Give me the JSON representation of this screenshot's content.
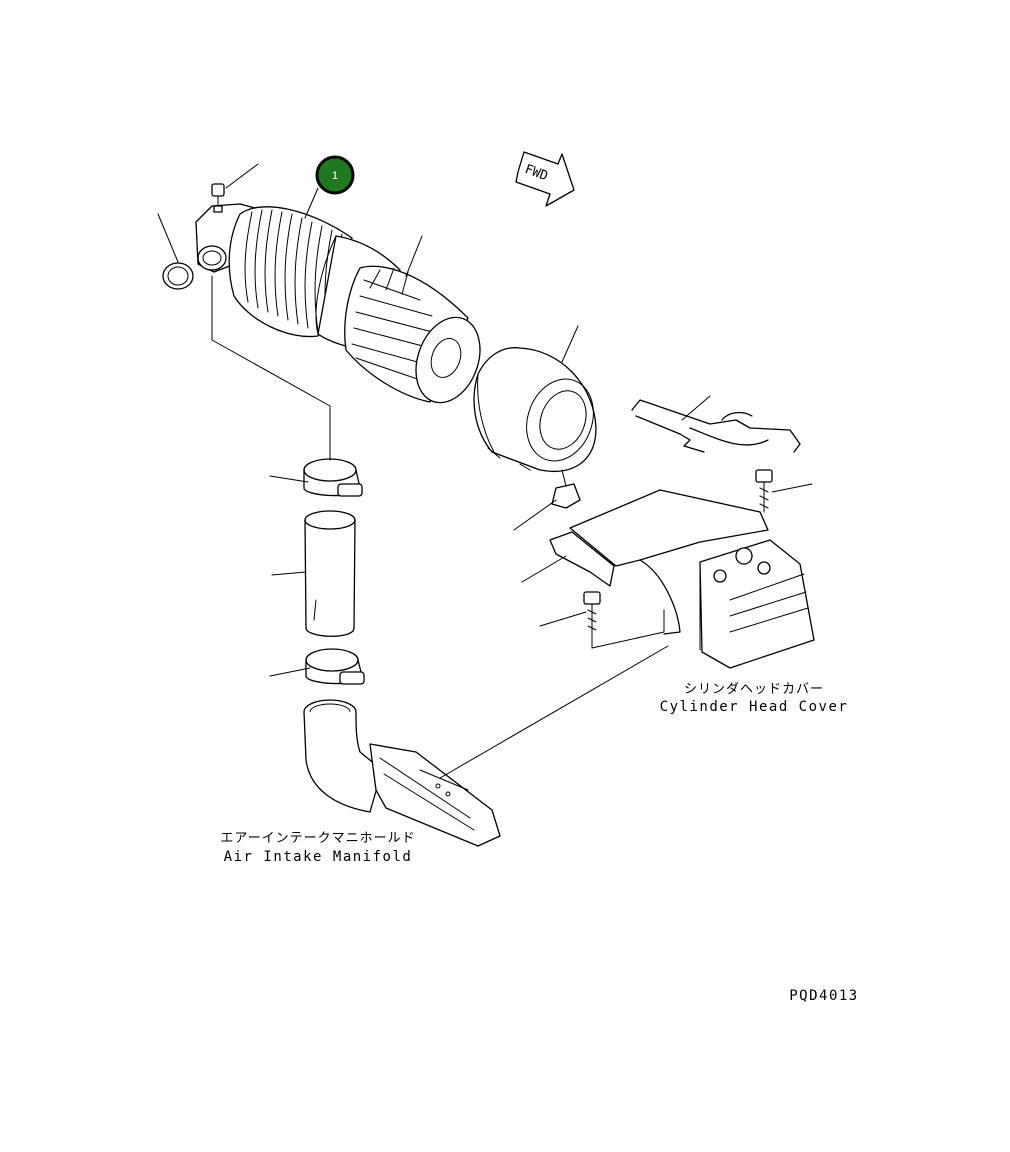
{
  "callout": {
    "number": "1",
    "color": "#1f7a1f"
  },
  "fwd_arrow": {
    "text": "FWD"
  },
  "labels": {
    "cylinder_head_cover_jp": "シリンダヘッドカバー",
    "cylinder_head_cover_en": "Cylinder Head Cover",
    "air_intake_manifold_jp": "エアーインテークマニホールド",
    "air_intake_manifold_en": "Air Intake Manifold"
  },
  "drawing_code": "PQD4013"
}
